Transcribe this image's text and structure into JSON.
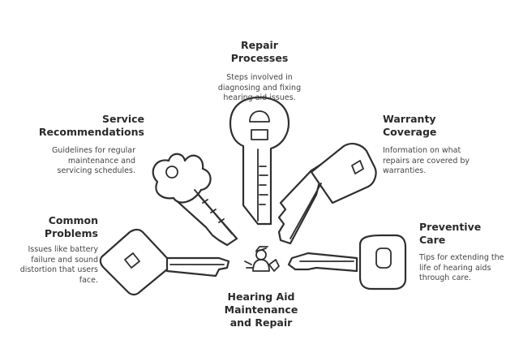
{
  "center": {
    "title": "Hearing Aid\nMaintenance\nand Repair"
  },
  "topics": [
    {
      "id": "repair",
      "title": "Repair\nProcesses",
      "description": "Steps involved in\ndiagnosing and fixing\nhearing aid issues."
    },
    {
      "id": "service",
      "title": "Service\nRecommendations",
      "description": "Guidelines for regular\nmaintenance and\nservicing schedules."
    },
    {
      "id": "warranty",
      "title": "Warranty\nCoverage",
      "description": "Information on what\nrepairs are covered by\nwarranties."
    },
    {
      "id": "common",
      "title": "Common\nProblems",
      "description": "Issues like battery\nfailure and sound\ndistortion that users\nface."
    },
    {
      "id": "preventive",
      "title": "Preventive\nCare",
      "description": "Tips for extending the\nlife of hearing aids\nthrough care."
    }
  ],
  "icons": {
    "center": "technician-icon",
    "keys": [
      "round-head-key-icon",
      "clover-head-key-icon",
      "square-head-key-icon",
      "diamond-head-key-icon",
      "oval-head-key-icon"
    ]
  }
}
